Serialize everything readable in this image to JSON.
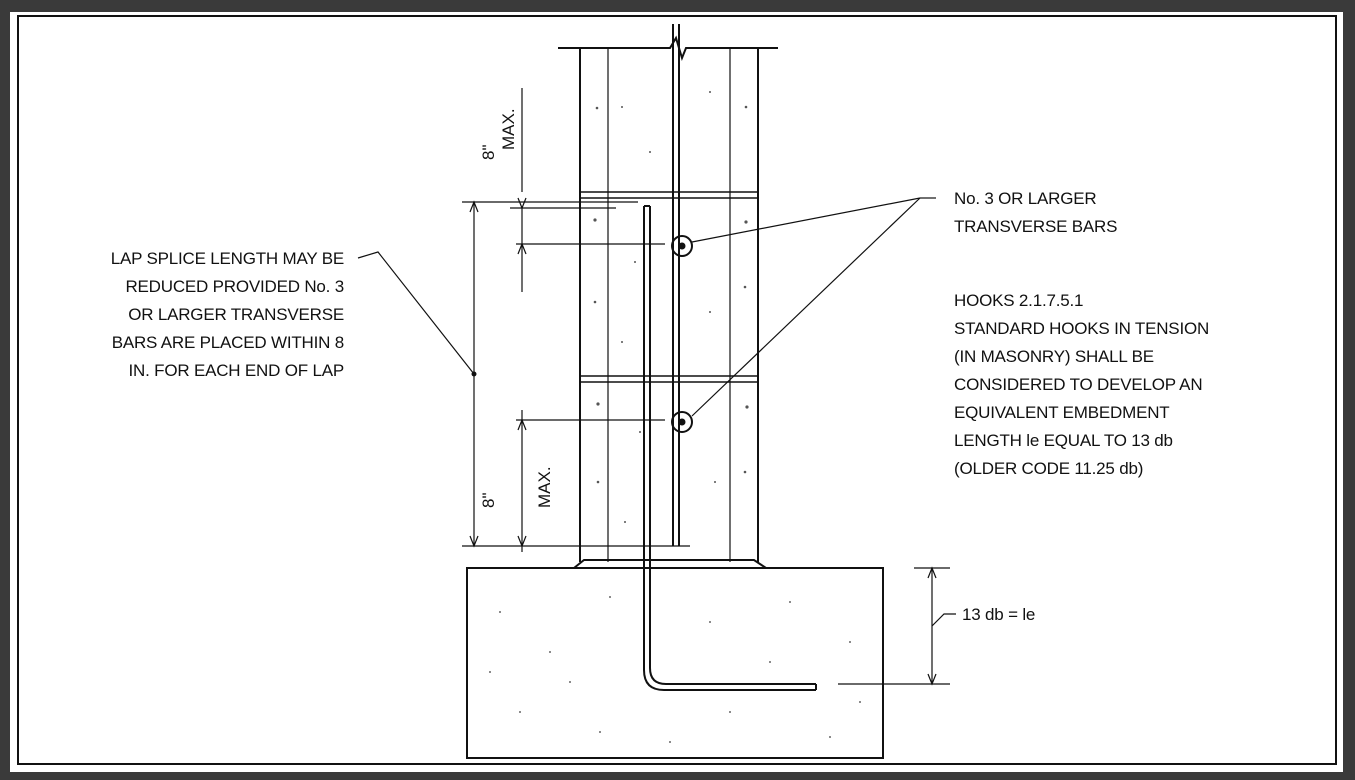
{
  "labels": {
    "transverse_line1": "No. 3 OR LARGER",
    "transverse_line2": "TRANSVERSE BARS",
    "hooks_lines": [
      "HOOKS 2.1.7.5.1",
      "STANDARD HOOKS IN TENSION",
      "(IN MASONRY) SHALL BE",
      "CONSIDERED TO DEVELOP AN",
      "EQUIVALENT EMBEDMENT",
      "LENGTH le EQUAL TO 13 db",
      "(OLDER CODE 11.25 db)"
    ],
    "lap_lines": [
      "LAP SPLICE LENGTH MAY BE",
      "REDUCED PROVIDED No. 3",
      "OR LARGER TRANSVERSE",
      "BARS ARE PLACED WITHIN 8",
      "IN. FOR EACH END OF LAP"
    ],
    "embed": "13 db = le",
    "dim_top_value": "8\"",
    "dim_top_max": "MAX.",
    "dim_bottom_value": "8\"",
    "dim_bottom_max": "MAX."
  },
  "colors": {
    "frame": "#3a3a3a",
    "sheet": "#ffffff",
    "ink": "#111111"
  }
}
